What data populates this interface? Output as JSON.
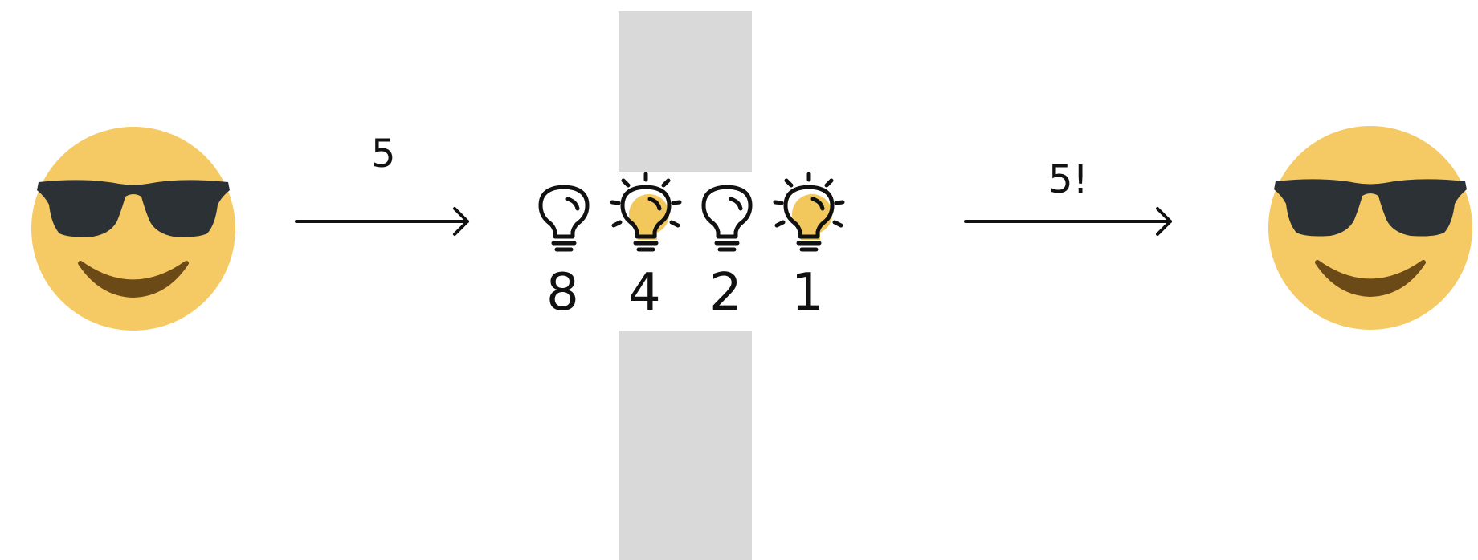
{
  "sender": {
    "icon": "smiling-face-with-sunglasses-icon"
  },
  "receiver": {
    "icon": "smiling-face-with-sunglasses-icon"
  },
  "message_in": "5",
  "message_out": "5!",
  "bulbs": [
    {
      "value": "8",
      "lit": false
    },
    {
      "value": "4",
      "lit": true
    },
    {
      "value": "2",
      "lit": false
    },
    {
      "value": "1",
      "lit": true
    }
  ],
  "colors": {
    "face": "#f5c963",
    "glasses": "#2c3136",
    "mouth": "#6b4a17",
    "wall": "#d9d9d9",
    "bulb_fill": "#f2c75c",
    "ink": "#111111"
  }
}
